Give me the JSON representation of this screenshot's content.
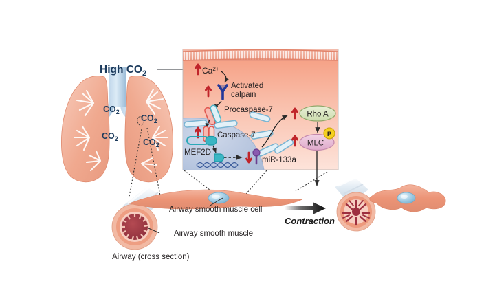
{
  "figure": {
    "title_label": "High CO2",
    "domain": "biology-signaling-pathway"
  },
  "lungs": {
    "stimulus_label": "High CO",
    "stimulus_sub": "2",
    "co2_labels": [
      {
        "text": "CO",
        "sub": "2"
      },
      {
        "text": "CO",
        "sub": "2"
      },
      {
        "text": "CO",
        "sub": "2"
      },
      {
        "text": "CO",
        "sub": "2"
      }
    ]
  },
  "cell_panel": {
    "nodes": {
      "calcium": {
        "label": "Ca",
        "sup": "2+",
        "change": "up"
      },
      "calpain": {
        "label_line1": "Activated",
        "label_line2": "calpain",
        "change": "up"
      },
      "procaspase7": {
        "label": "Procaspase-7"
      },
      "caspase7": {
        "label": "Caspase-7",
        "change": "up"
      },
      "mef2d": {
        "label": "MEF2D"
      },
      "mir133a": {
        "label": "miR-133a",
        "change": "down"
      },
      "rhoa": {
        "label": "Rho A",
        "change": "up"
      },
      "mlc": {
        "label": "MLC",
        "change": "up",
        "phospho_label": "P"
      }
    }
  },
  "anatomy": {
    "smooth_muscle_cell_label": "Airway smooth muscle cell",
    "smooth_muscle_label": "Airway smooth muscle",
    "cross_section_label": "Airway (cross section)",
    "outcome_label": "Contraction"
  },
  "colors": {
    "lung_fill": "#f0a98f",
    "lung_fill_light": "#f6c5b2",
    "airway_blue": "#a8c6e2",
    "deep_navy": "#1b3a5c",
    "cytoplasm_top": "#f6a58a",
    "cytoplasm_bottom": "#fbdcd2",
    "nucleus": "#b9c8e2",
    "membrane_pink": "#e8836a",
    "arrow_red": "#c0242a",
    "rhoa_fill": "#d8e4bc",
    "mlc_fill": "#e8bdd6",
    "phospho_yellow": "#f5d020",
    "calpain_blue": "#2b3f8f",
    "mir_purple": "#7b4fa0",
    "teal": "#36b1bd",
    "capsule_blue": "#d8eaf5",
    "capsule_stroke": "#7fb8d4",
    "text_dark": "#231f20",
    "panel_border": "#bdb7b5"
  }
}
